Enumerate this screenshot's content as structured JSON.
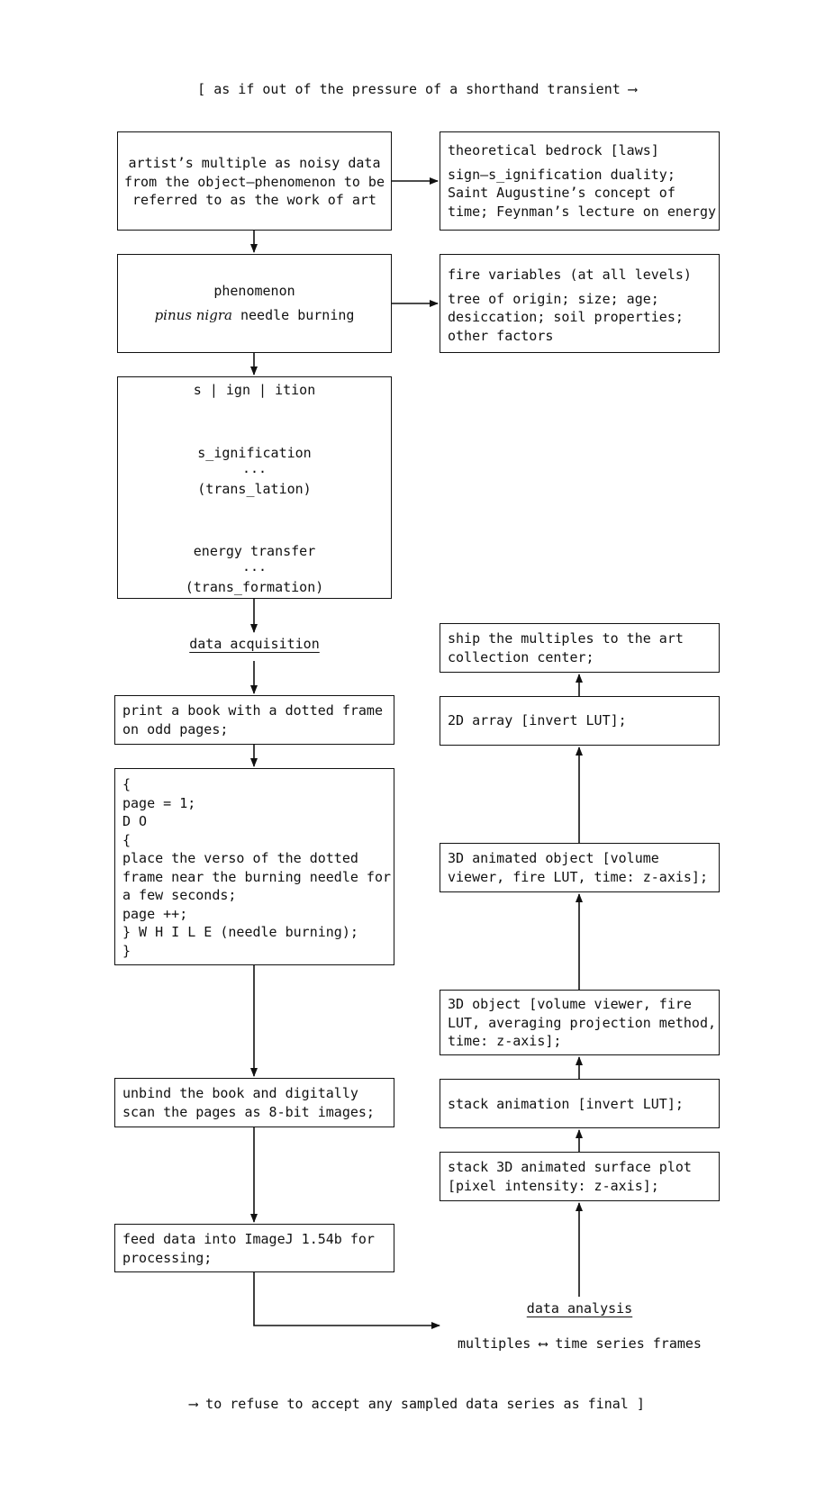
{
  "top_caption": "[ as if out of the pressure of a shorthand transient ⟶",
  "bottom_caption": "⟶ to refuse to accept any sampled data series as final ]",
  "box_artist": [
    "artist’s multiple as noisy data",
    "from the object–phenomenon to be",
    "referred to as the work of art"
  ],
  "box_bedrock": {
    "title": "theoretical bedrock [laws]",
    "lines": [
      "sign–s_ignification duality;",
      "Saint Augustine’s concept of",
      "time; Feynman’s lecture on energy"
    ]
  },
  "box_phenomenon": {
    "title": "phenomenon",
    "italic": "pinus nigra",
    "rest": " needle burning"
  },
  "box_fire": {
    "title": "fire variables (at all levels)",
    "lines": [
      "tree of origin; size; age;",
      "desiccation; soil properties;",
      "other factors"
    ]
  },
  "box_sign": {
    "l1": "s | ign | ition",
    "l2": "s_ignification",
    "l3": "...",
    "l4": "(trans_lation)",
    "l5": "energy transfer",
    "l6": "...",
    "l7": "(trans_formation)"
  },
  "data_acquisition": "data acquisition",
  "box_print": [
    "print a book with a dotted frame",
    "on odd pages;"
  ],
  "box_code": [
    "{",
    "page = 1;",
    "D O",
    "{",
    "place the verso of the dotted",
    "frame near the burning needle for",
    "a few seconds;",
    "page ++;",
    "} W H I L E (needle burning);",
    "}"
  ],
  "box_unbind": [
    "unbind the book and digitally",
    "scan the pages as 8-bit images;"
  ],
  "box_feed": [
    "feed data into ImageJ 1.54b for",
    "processing;"
  ],
  "box_ship": [
    "ship the multiples to the art",
    "collection center;"
  ],
  "box_2d": [
    "2D array [invert LUT];"
  ],
  "box_3danim": [
    "3D animated object [volume",
    "viewer, fire LUT, time: z-axis];"
  ],
  "box_3dobj": [
    "3D object [volume viewer, fire",
    "LUT, averaging projection method,",
    "time: z-axis];"
  ],
  "box_stackanim": [
    "stack animation [invert LUT];"
  ],
  "box_stack3d": [
    "stack 3D animated surface plot",
    "[pixel intensity: z-axis];"
  ],
  "data_analysis": "data analysis",
  "multiples_line": "multiples ⟷ time series frames"
}
